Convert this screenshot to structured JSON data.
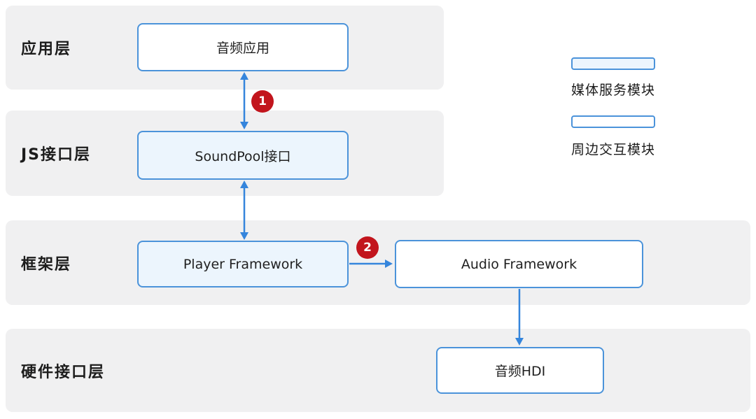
{
  "diagram": {
    "title_hint": "audio-playback-architecture",
    "layers": [
      {
        "id": "application",
        "label": "应用层"
      },
      {
        "id": "js-interface",
        "label": "JS接口层"
      },
      {
        "id": "framework",
        "label": "框架层"
      },
      {
        "id": "hardware-interface",
        "label": "硬件接口层"
      }
    ],
    "nodes": {
      "audio_app": {
        "label": "音频应用",
        "type": "peripheral"
      },
      "soundpool": {
        "label": "SoundPool接口",
        "type": "media"
      },
      "player_framework": {
        "label": "Player Framework",
        "type": "media"
      },
      "audio_framework": {
        "label": "Audio Framework",
        "type": "peripheral"
      },
      "audio_hdi": {
        "label": "音频HDI",
        "type": "peripheral"
      }
    },
    "badges": {
      "step1": "1",
      "step2": "2"
    },
    "legend": {
      "media": {
        "label": "媒体服务模块"
      },
      "peripheral": {
        "label": "周边交互模块"
      }
    },
    "connections": [
      {
        "from": "audio_app",
        "to": "soundpool",
        "direction": "both",
        "badge": "1"
      },
      {
        "from": "soundpool",
        "to": "player_framework",
        "direction": "both"
      },
      {
        "from": "player_framework",
        "to": "audio_framework",
        "direction": "forward",
        "badge": "2"
      },
      {
        "from": "audio_framework",
        "to": "audio_hdi",
        "direction": "forward"
      }
    ],
    "colors": {
      "band_background": "#f0f0f1",
      "box_border": "#4b93da",
      "media_fill": "#ecf5fd",
      "peripheral_fill": "#ffffff",
      "arrow": "#3585dc",
      "badge_background": "#c2151d",
      "badge_text": "#ffffff",
      "text": "#1c1c1c"
    }
  }
}
